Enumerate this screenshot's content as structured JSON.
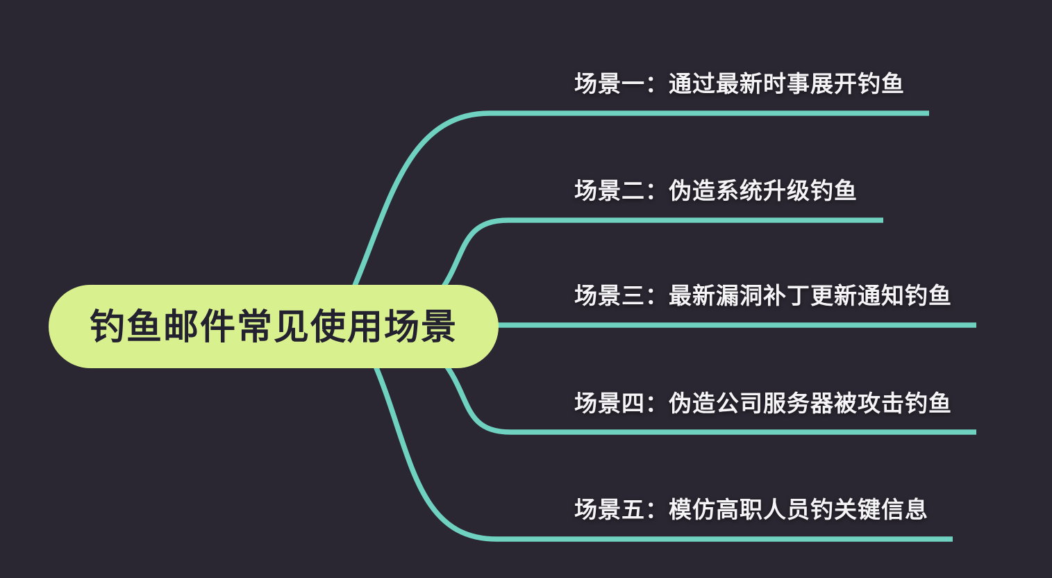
{
  "diagram_type": "mindmap",
  "colors": {
    "background": "#2b2732",
    "branch_line": "#6fd1bf",
    "root_node_fill": "#d9f08e",
    "root_node_text": "#232030",
    "branch_text": "#f5f4f6"
  },
  "root": {
    "label": "钓鱼邮件常见使用场景"
  },
  "branches": [
    {
      "id": "scenario-1",
      "label": "场景一：通过最新时事展开钓鱼"
    },
    {
      "id": "scenario-2",
      "label": "场景二：伪造系统升级钓鱼"
    },
    {
      "id": "scenario-3",
      "label": "场景三：最新漏洞补丁更新通知钓鱼"
    },
    {
      "id": "scenario-4",
      "label": "场景四：伪造公司服务器被攻击钓鱼"
    },
    {
      "id": "scenario-5",
      "label": "场景五：模仿高职人员钓关键信息"
    }
  ]
}
